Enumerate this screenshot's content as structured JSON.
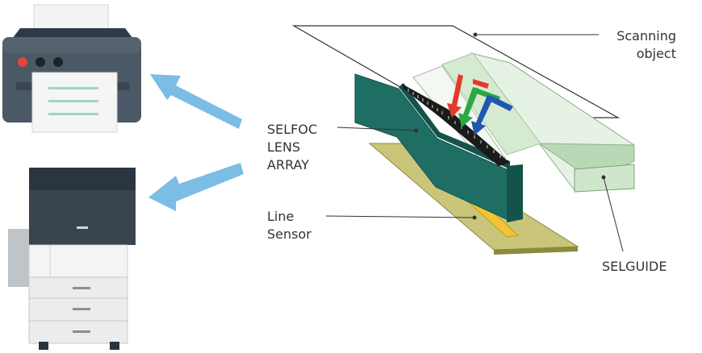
{
  "labels": {
    "scanning_object": [
      "Scanning",
      "object"
    ],
    "selfoc": [
      "SELFOC",
      "LENS",
      "ARRAY"
    ],
    "line_sensor": [
      "Line",
      "Sensor"
    ],
    "selguide": "SELGUIDE"
  },
  "colors": {
    "arrow_blue": "#7bbde4",
    "lens_teal": "#1f6e64",
    "lens_teal_dark": "#14534b",
    "guide_green": "#cfe6cc",
    "guide_green_dark": "#9fc79d",
    "sensor_board": "#c9c57a",
    "sensor_strip": "#f2c438",
    "light_red": "#e53a2a",
    "light_green": "#29a844",
    "light_blue": "#1f58b0",
    "printer_body": "#4b5866",
    "printer_dark": "#3a4552",
    "paper": "#f3f3f3",
    "copier_white": "#ececec",
    "label_text": "#333333",
    "leader": "#333333"
  },
  "icons": [
    "printer-icon",
    "copier-icon"
  ]
}
